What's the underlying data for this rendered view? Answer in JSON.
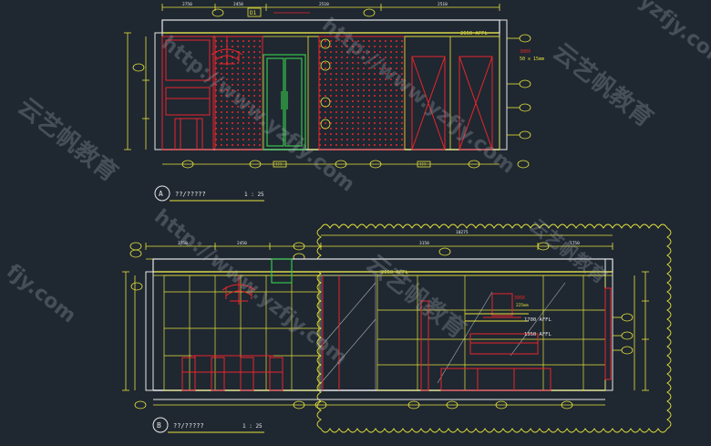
{
  "elevation_a": {
    "marker": "A",
    "title": "??/?????",
    "scale": "1 : 25",
    "ceiling_note": "2650 AFFL",
    "side_note_1": "300X",
    "side_note_2": "50 x 15mm",
    "top_dims": [
      "2750",
      "2450",
      "2510",
      "2510"
    ],
    "box_label": "D1",
    "tag_labels": [
      "???",
      "???"
    ]
  },
  "elevation_b": {
    "marker": "B",
    "title": "??/?????",
    "scale": "1 : 25",
    "ceiling_note": "2650 AFFL",
    "note_1700": "1700 AFFL",
    "note_1350": "1350 AFFL",
    "side_note": "300X",
    "note_225": "225mm",
    "top_dims": [
      "2750",
      "2450",
      "10275",
      "3150",
      "1750"
    ]
  },
  "watermarks": {
    "brand_cn": "云艺帆教育",
    "url_1": "http://www.yzfjy.com",
    "url_2": "yzfjy.com",
    "url_3": "fjy.com",
    "url_4": "云艺帆教育"
  },
  "colors": {
    "background": "#1f2731",
    "red": "#e8262a",
    "yellow": "#e6e33a",
    "green": "#36c44a",
    "white": "#e8e8e8",
    "cloud": "#e6e33a"
  }
}
